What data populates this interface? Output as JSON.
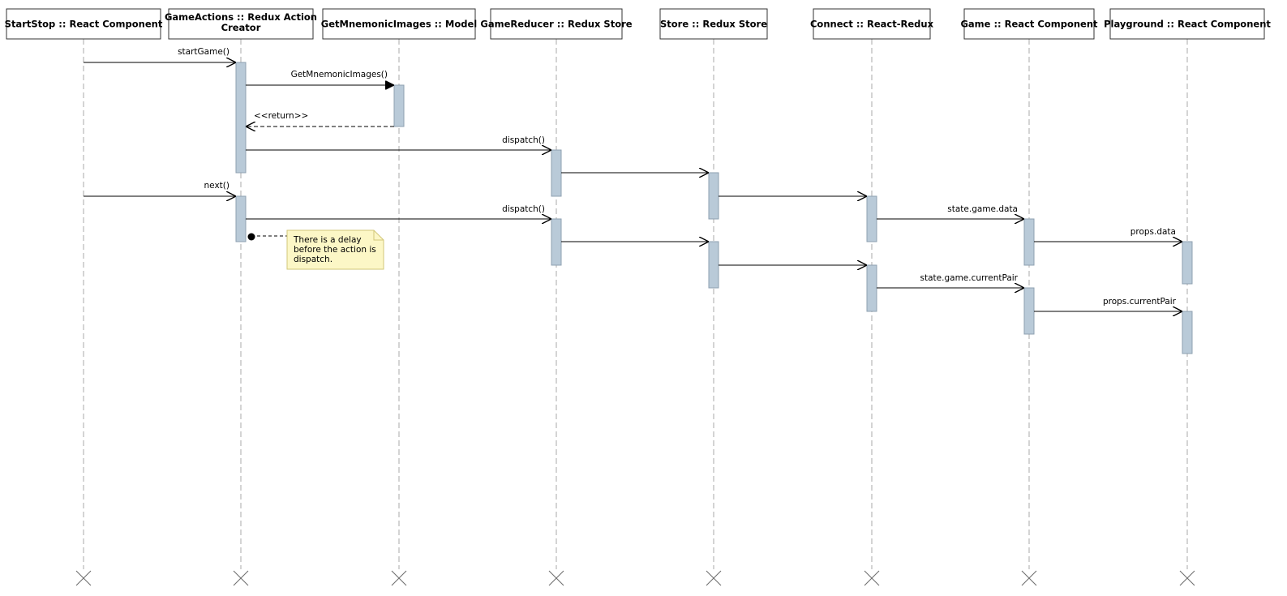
{
  "participants": [
    {
      "id": "startstop",
      "lines": [
        "StartStop :: React Component"
      ]
    },
    {
      "id": "gameactions",
      "lines": [
        "GameActions :: Redux Action",
        "Creator"
      ]
    },
    {
      "id": "getmnemonic",
      "lines": [
        "GetMnemonicImages :: Model"
      ]
    },
    {
      "id": "gamereducer",
      "lines": [
        "GameReducer :: Redux Store"
      ]
    },
    {
      "id": "store",
      "lines": [
        "Store :: Redux Store"
      ]
    },
    {
      "id": "connect",
      "lines": [
        "Connect :: React-Redux"
      ]
    },
    {
      "id": "game",
      "lines": [
        "Game :: React Component"
      ]
    },
    {
      "id": "playground",
      "lines": [
        "Playground :: React Component"
      ]
    }
  ],
  "messages": [
    {
      "from": "startstop",
      "to": "gameactions",
      "label": "startGame()",
      "kind": "call"
    },
    {
      "from": "gameactions",
      "to": "getmnemonic",
      "label": "GetMnemonicImages()",
      "kind": "sync"
    },
    {
      "from": "getmnemonic",
      "to": "gameactions",
      "label": "<<return>>",
      "kind": "return"
    },
    {
      "from": "gameactions",
      "to": "gamereducer",
      "label": "dispatch()",
      "kind": "call"
    },
    {
      "from": "gamereducer",
      "to": "store",
      "label": "",
      "kind": "call"
    },
    {
      "from": "startstop",
      "to": "gameactions",
      "label": "next()",
      "kind": "call"
    },
    {
      "from": "store",
      "to": "connect",
      "label": "",
      "kind": "call"
    },
    {
      "from": "gameactions",
      "to": "gamereducer",
      "label": "dispatch()",
      "kind": "call"
    },
    {
      "from": "connect",
      "to": "game",
      "label": "state.game.data",
      "kind": "call"
    },
    {
      "from": "gamereducer",
      "to": "store",
      "label": "",
      "kind": "call"
    },
    {
      "from": "game",
      "to": "playground",
      "label": "props.data",
      "kind": "call"
    },
    {
      "from": "store",
      "to": "connect",
      "label": "",
      "kind": "call"
    },
    {
      "from": "connect",
      "to": "game",
      "label": "state.game.currentPair",
      "kind": "call"
    },
    {
      "from": "game",
      "to": "playground",
      "label": "props.currentPair",
      "kind": "call"
    }
  ],
  "note": {
    "attached_to": "gameactions",
    "lines": [
      "There is a delay",
      "before the action is",
      "dispatch."
    ]
  },
  "colors": {
    "activation": "#b9cad8",
    "note_fill": "#fcf7c6",
    "lifeline": "#a8a8a8"
  }
}
